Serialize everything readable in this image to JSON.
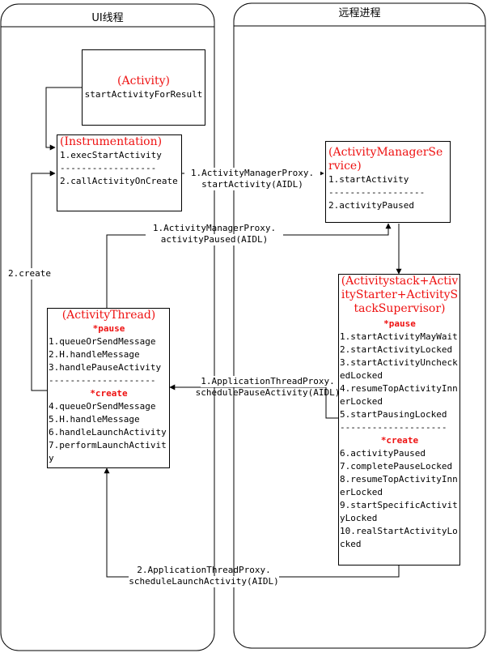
{
  "lanes": {
    "ui_thread": "UI线程",
    "remote_process": "远程进程"
  },
  "boxes": {
    "activity": {
      "title": "(Activity)",
      "lines": [
        "startActivityForResult"
      ]
    },
    "instrumentation": {
      "title": "(Instrumentation)",
      "lines": [
        "1.execStartActivity",
        "------------------",
        "2.callActivityOnCreate"
      ]
    },
    "ams": {
      "title": "(ActivityManagerService)",
      "lines": [
        "1.startActivity",
        "------------------",
        "2.activityPaused"
      ]
    },
    "activity_thread": {
      "title": "(ActivityThread)",
      "pause_header": "*pause",
      "pause_lines": [
        "1.queueOrSendMessage",
        "2.H.handleMessage",
        "3.handlePauseActivity"
      ],
      "divider": "--------------------",
      "create_header": "*create",
      "create_lines": [
        "4.queueOrSendMessage",
        "5.H.handleMessage",
        "6.handleLaunchActivity",
        "7.performLaunchActivity"
      ]
    },
    "stack": {
      "title": "(Activitystack+ActivityStarter+ActivityStackSupervisor)",
      "pause_header": "*pause",
      "pause_lines": [
        "1.startActivityMayWait",
        "2.startActivityLocked",
        "3.startActivityUncheckedLocked",
        "4.resumeTopActivityInnerLocked",
        "5.startPausingLocked"
      ],
      "divider": "--------------------",
      "create_header": "*create",
      "create_lines": [
        "6.activityPaused",
        "7.completePauseLocked",
        "8.resumeTopActivityInnerLocked",
        "9.startSpecificActivityLocked",
        "10.realStartActivityLocked"
      ]
    }
  },
  "edges": {
    "create": "2.create",
    "start_activity": [
      "1.ActivityManagerProxy.",
      "startActivity(AIDL)"
    ],
    "activity_paused": [
      "1.ActivityManagerProxy.",
      "activityPaused(AIDL)"
    ],
    "schedule_pause": [
      "1.ApplicationThreadProxy.",
      "schedulePauseActivity(AIDL)"
    ],
    "schedule_launch": [
      "2.ApplicationThreadProxy.",
      "scheduleLaunchActivity(AIDL)"
    ]
  }
}
